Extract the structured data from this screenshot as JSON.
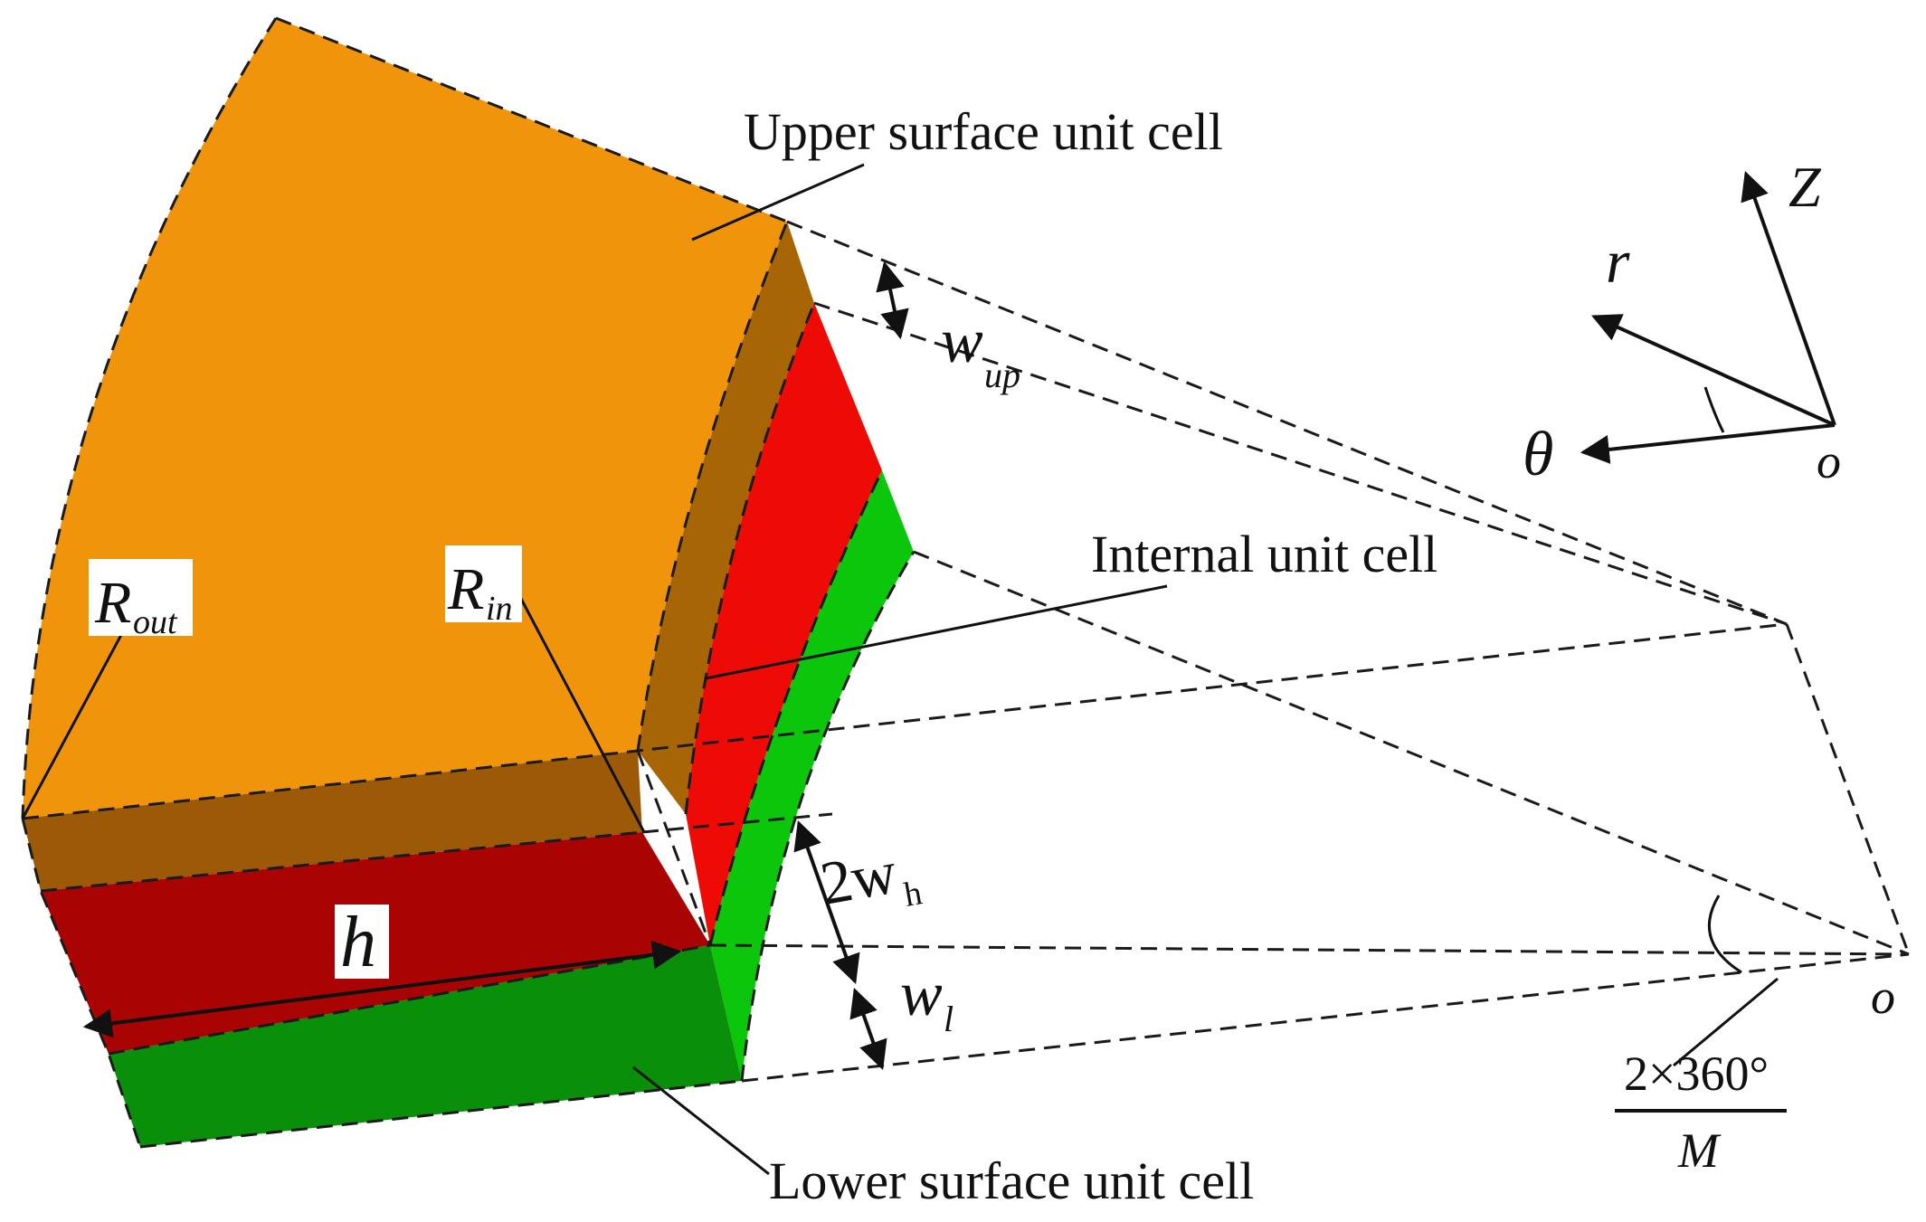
{
  "labels": {
    "upper_surface": "Upper surface unit cell",
    "internal": "Internal unit cell",
    "lower_surface": "Lower surface unit cell"
  },
  "symbols": {
    "r_out_main": "R",
    "r_out_sub": "out",
    "r_in_main": "R",
    "r_in_sub": "in",
    "h": "h",
    "w_up_main": "w",
    "w_up_sub": "up",
    "two_wh_main": "2w",
    "two_wh_sub": "h",
    "w_l_main": "w",
    "w_l_sub": "l",
    "origin_bottom": "o",
    "angle_numerator": "2×360°",
    "angle_denominator": "M"
  },
  "axes": {
    "z": "Z",
    "r": "r",
    "theta": "θ",
    "origin": "o"
  },
  "colors": {
    "upper_top": "#f0950b",
    "upper_side": "#a86505",
    "upper_front": "#9c5a08",
    "internal_side": "#ee0b05",
    "internal_front": "#a90403",
    "lower_side": "#0cc60c",
    "lower_front": "#0a8f0a"
  }
}
